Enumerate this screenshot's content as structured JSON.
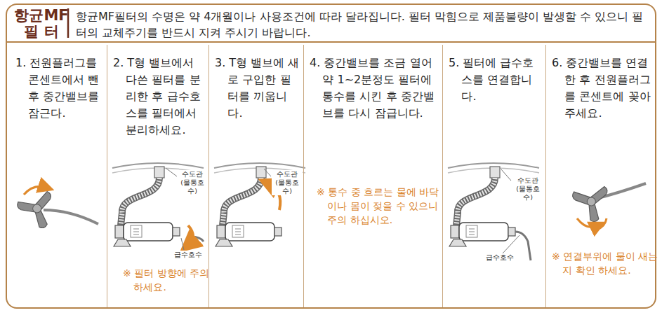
{
  "diagram": {
    "nodes": [
      {
        "text": [
          "항균MF 필 터",
          "항균MF필터의 수명은 약 4개월이나 사용조건에 따라 달라집니다. 필터 막힘으로 제품불량이 발생할 수 있으니 필터의 교체주기를 반드시 지켜 주시기 바랍니다."
        ]
      },
      {
        "text": [
          "1. 전원플러그를 콘센트에서 뺀 후 중간밸브를 잠근다."
        ],
        "in": 0
      },
      {
        "text": [
          "2. T형 밸브에서 다쓴 필터를 분리한 후 급수호스를 필터에서 분리하세요.",
          "※ 필터 방향에 주의하세요."
        ],
        "in": 0
      },
      {
        "text": [
          "3. T형 밸브에 새로 구입한 필터를 끼웁니다."
        ],
        "in": 0
      },
      {
        "text": [
          "4. 중간밸브를 조금 열어 약 1~2분정도 필터에 통수를 시킨 후 중간밸브를 다시 잠급니다.",
          "※ 통수 중 흐르는 물에 바닥이나 몸이 젖을 수 있으니 주의 하십시오."
        ],
        "in": 0
      },
      {
        "text": [
          "5. 필터에 급수호스를 연결합니다."
        ],
        "in": 0
      },
      {
        "text": [
          "6. 중간밸브를 연결한 후 전원플러그를 콘센트에 꽂아 주세요.",
          "※ 연결부위에 물이 새는지 확인 하세요."
        ],
        "in": 0
      }
    ],
    "labels": [
      "수도관 (물통호수)",
      "급수호수",
      "수도관 (물통호수)",
      "수도관 (물통호수)",
      "급수호수"
    ]
  }
}
